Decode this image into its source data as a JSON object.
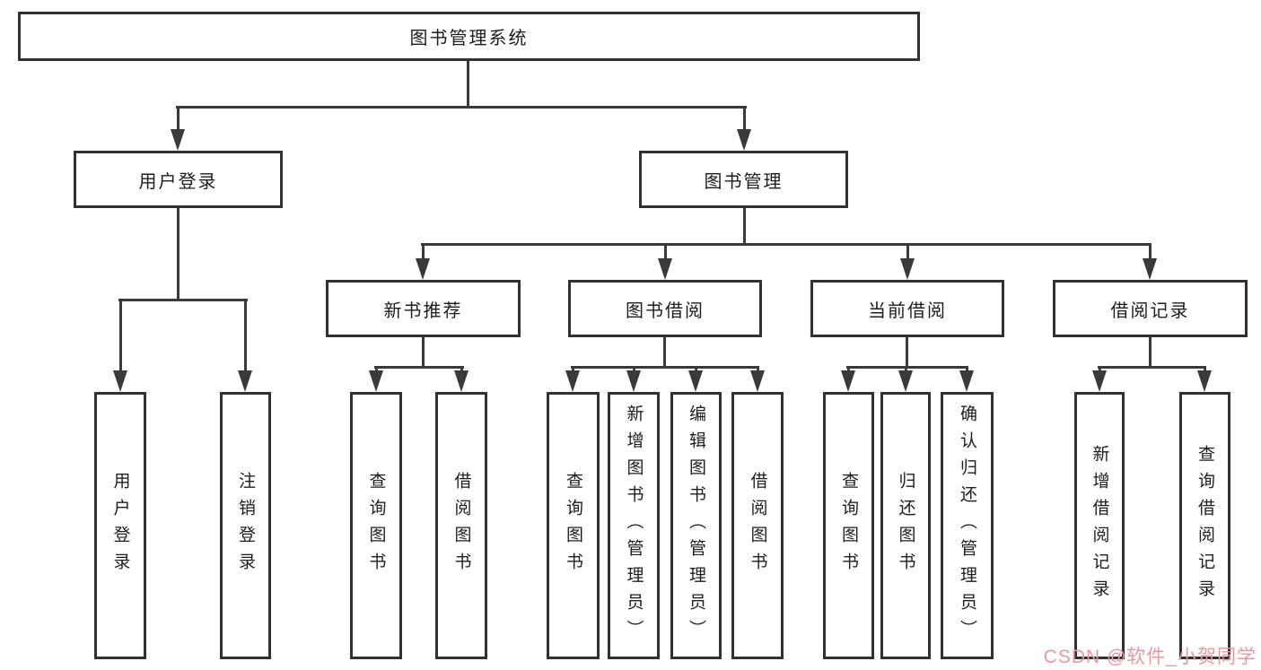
{
  "diagram": {
    "root": {
      "label": "图书管理系统"
    },
    "branches": [
      {
        "label": "用户登录",
        "children": [
          {
            "label": "用户登录"
          },
          {
            "label": "注销登录"
          }
        ]
      },
      {
        "label": "图书管理",
        "children": [
          {
            "label": "新书推荐",
            "children": [
              {
                "label": "查询图书"
              },
              {
                "label": "借阅图书"
              }
            ]
          },
          {
            "label": "图书借阅",
            "children": [
              {
                "label": "查询图书"
              },
              {
                "label": "新增图书（管理员）"
              },
              {
                "label": "编辑图书（管理员）"
              },
              {
                "label": "借阅图书"
              }
            ]
          },
          {
            "label": "当前借阅",
            "children": [
              {
                "label": "查询图书"
              },
              {
                "label": "归还图书"
              },
              {
                "label": "确认归还（管理员）"
              }
            ]
          },
          {
            "label": "借阅记录",
            "children": [
              {
                "label": "新增借阅记录"
              },
              {
                "label": "查询借阅记录"
              }
            ]
          }
        ]
      }
    ],
    "colors": {
      "line": "#3a3a3a",
      "box_border": "#313131",
      "text": "#1d1d1d",
      "background": "#ffffff"
    }
  },
  "watermark": {
    "text": "CSDN @软件_小贺同学",
    "color": "#eb97a0"
  }
}
